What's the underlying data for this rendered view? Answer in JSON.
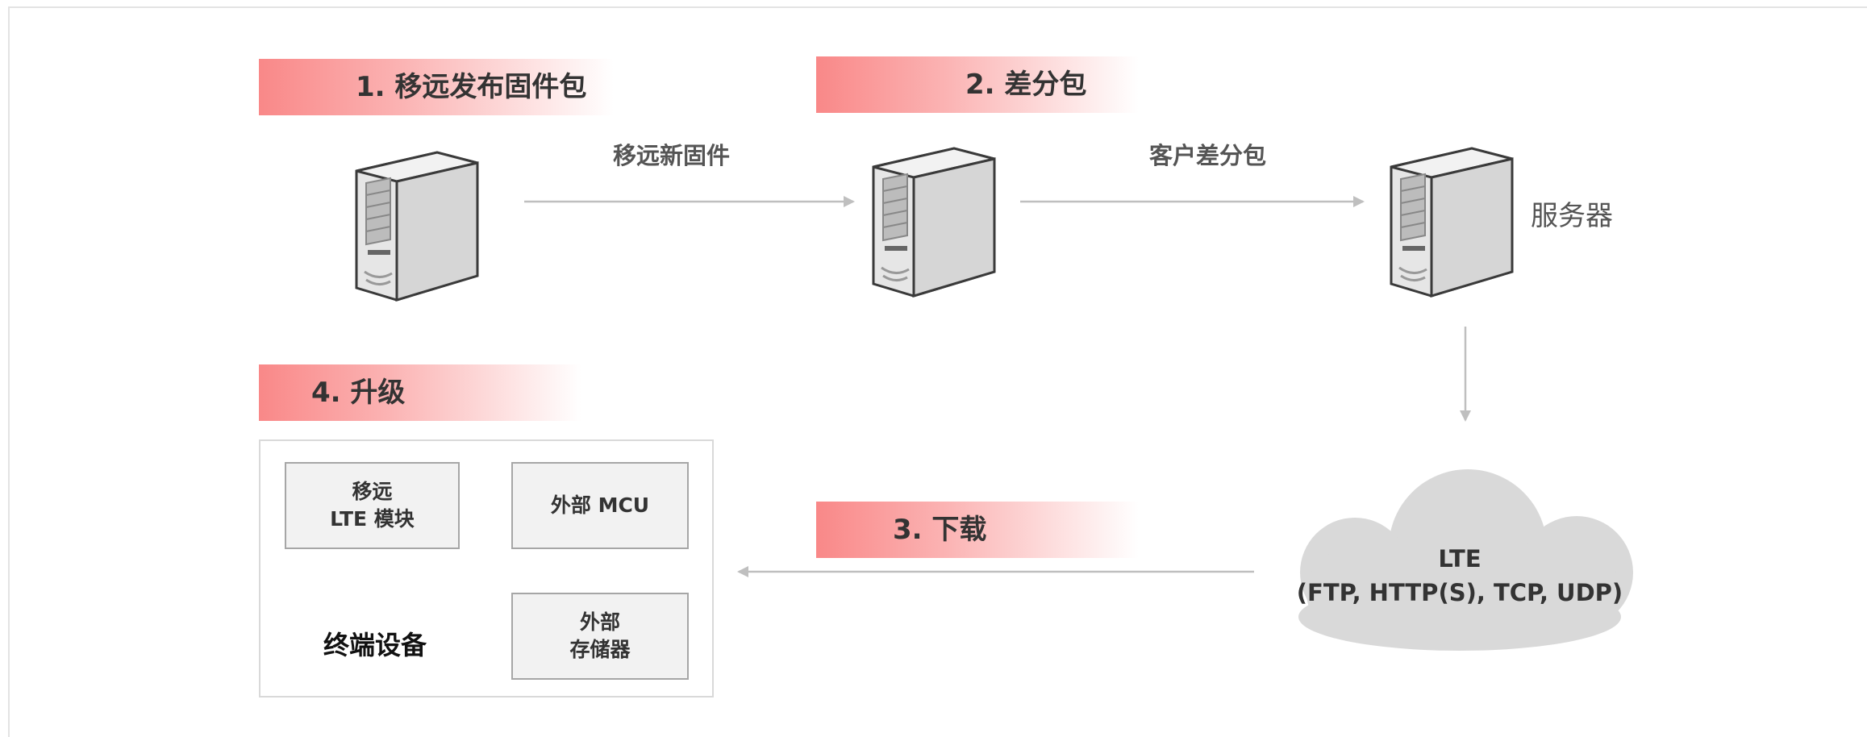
{
  "steps": {
    "step1": "1. 移远发布固件包",
    "step2": "2. 差分包",
    "step3": "3. 下载",
    "step4": "4. 升级"
  },
  "flow_labels": {
    "firmware": "移远新固件",
    "customer_package": "客户差分包"
  },
  "server_caption": "服务器",
  "terminal": {
    "title": "终端设备",
    "lte_module": "移远\nLTE 模块",
    "external_mcu": "外部 MCU",
    "external_storage": "外部\n存储器"
  },
  "cloud": {
    "line1": "LTE",
    "line2": "(FTP, HTTP(S), TCP, UDP)"
  },
  "colors": {
    "banner_accent": "#f98888",
    "arrow": "#bfbfbf",
    "cloud": "#d9d9d9"
  }
}
